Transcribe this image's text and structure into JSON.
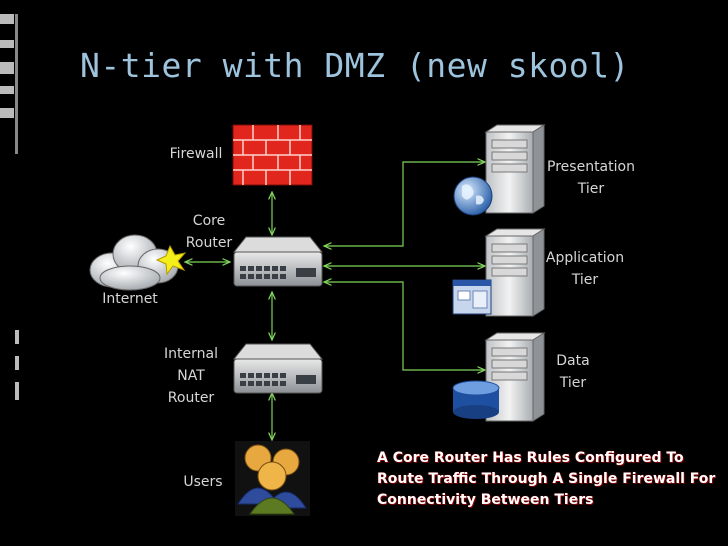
{
  "slide": {
    "title": "N-tier with DMZ (new skool)",
    "nodes": {
      "firewall": "Firewall",
      "core_router": "Core\nRouter",
      "internet": "Internet",
      "internal_nat": "Internal\nNAT\nRouter",
      "users": "Users",
      "presentation": "Presentation\nTier",
      "application": "Application\nTier",
      "data": "Data\nTier"
    },
    "note": "A Core Router Has Rules Configured To Route Traffic Through A Single Firewall For Connectivity Between Tiers",
    "colors": {
      "title": "#9ec3dd",
      "connector": "#7fd25a",
      "firewall": "#e0261d",
      "background": "#000000"
    }
  }
}
